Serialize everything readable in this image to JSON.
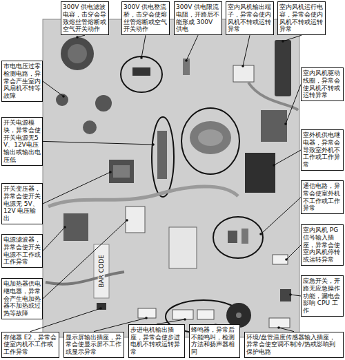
{
  "diagram": {
    "nodes": [
      {
        "text": [
          "300V 供电滤波电容，击穿会导致熔丝管熔断或空气开关动作"
        ]
      },
      {
        "text": [
          "300V 供电整流桥，击穿会使熔丝管熔断或空气开关动作"
        ]
      },
      {
        "text": [
          "300V 供电限流电阻，开路后不能形成 300V 供电"
        ]
      },
      {
        "text": [
          "室内风机输出端子，异常会使内风机不转或运转异常"
        ]
      },
      {
        "text": [
          "室内风机运行电容，异常会使内风机不转或运转异常"
        ]
      },
      {
        "text": [
          "市电电压过零检测电路，异常会产生室内风扇机不转等故障"
        ]
      },
      {
        "text": [
          "开关电源模块，异常会使开关电源无5V、12V电压输出或输出电压低"
        ]
      },
      {
        "text": [
          "开关变压器，异常会使开关电源无 5V、12V 电压输出"
        ]
      },
      {
        "text": [
          "电源滤波器，异常会使开关电源不工作或工作异常"
        ]
      },
      {
        "text": [
          "电加热器供电继电器，异常会产生电加热器不加热或过热等故障"
        ]
      },
      {
        "text": [
          "室内风机驱动线圈，异常会使风机不转或运转异常"
        ]
      },
      {
        "text": [
          "室外机供电继电器，异常会导致室外机不工作或工作异常"
        ]
      },
      {
        "text": [
          "通信电路，异常会使室外机不工作或工作异常"
        ]
      },
      {
        "text": [
          "室内风机 PG 信号输入插座，异常会使室内风机停转或运转异常"
        ]
      },
      {
        "text": [
          "应急开关，开路无应急操作功能，漏电会影响 CPU 工作"
        ]
      },
      {
        "text": [
          "存储器 E2，异常会使室内机不工作或工作异常"
        ]
      },
      {
        "text": [
          "显示屏输出插座，异常会使显示屏不工作或显示异常"
        ]
      },
      {
        "text": [
          "步进电机输出插座，异常会使步进电机不转或运转异常"
        ]
      },
      {
        "text": [
          "蜂鸣器，异常后不能鸣叫，检测方法和扬声器相同"
        ]
      },
      {
        "text": [
          "环境/盘管温度传感器输入插座，异常会使空调不制冷/热或影响到保护电路"
        ]
      }
    ],
    "labels": [
      "BAR CODE"
    ]
  }
}
